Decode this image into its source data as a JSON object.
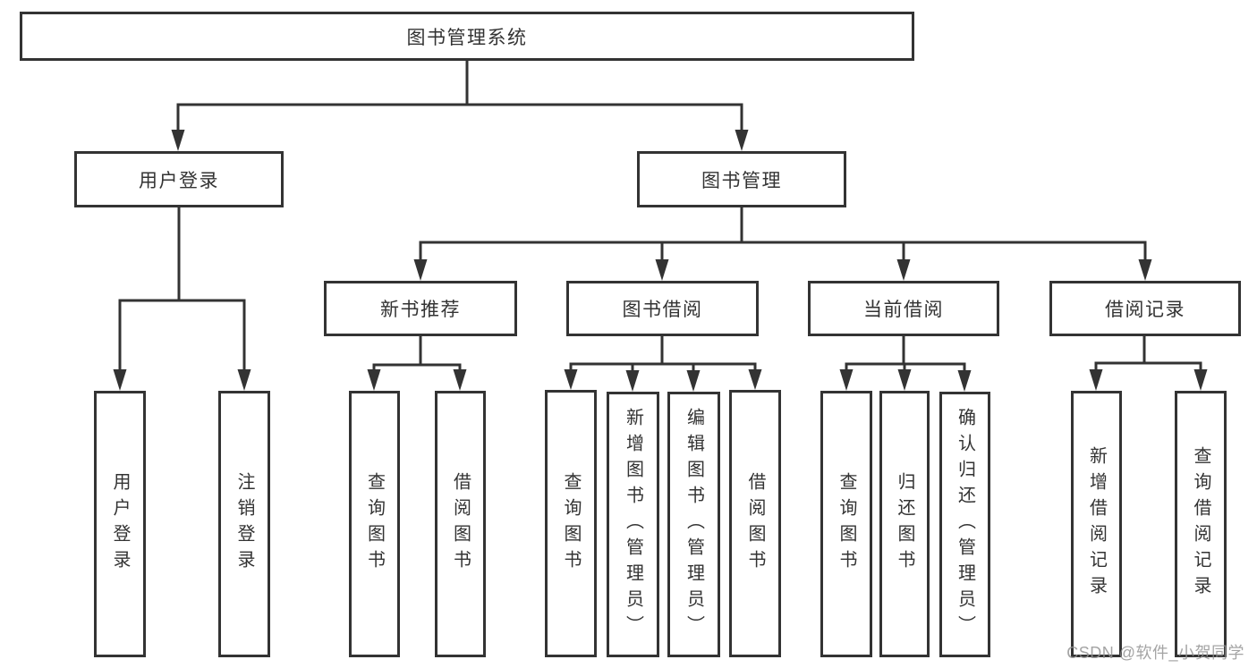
{
  "diagram": {
    "title": "图书管理系统",
    "nodes": {
      "root": {
        "label": "图书管理系统"
      },
      "user_login": {
        "label": "用户登录"
      },
      "book_management": {
        "label": "图书管理"
      },
      "user_login_leaf": {
        "label": "用户登录"
      },
      "logout_leaf": {
        "label": "注销登录"
      },
      "new_book_recommend": {
        "label": "新书推荐"
      },
      "book_borrowing": {
        "label": "图书借阅"
      },
      "current_borrowing": {
        "label": "当前借阅"
      },
      "borrowing_records": {
        "label": "借阅记录"
      },
      "query_books_1": {
        "label": "查询图书"
      },
      "borrow_books_1": {
        "label": "借阅图书"
      },
      "query_books_2": {
        "label": "查询图书"
      },
      "add_books_admin": {
        "label": "新增图书（管理员）"
      },
      "edit_books_admin": {
        "label": "编辑图书（管理员）"
      },
      "borrow_books_2": {
        "label": "借阅图书"
      },
      "query_books_3": {
        "label": "查询图书"
      },
      "return_books": {
        "label": "归还图书"
      },
      "confirm_return_admin": {
        "label": "确认归还（管理员）"
      },
      "add_borrow_record": {
        "label": "新增借阅记录"
      },
      "query_borrow_record": {
        "label": "查询借阅记录"
      }
    },
    "watermark": "CSDN @软件_小贺同学",
    "colors": {
      "line": "#333333",
      "text": "#333333",
      "box_fill": "#ffffff",
      "watermark": "#949494"
    }
  }
}
